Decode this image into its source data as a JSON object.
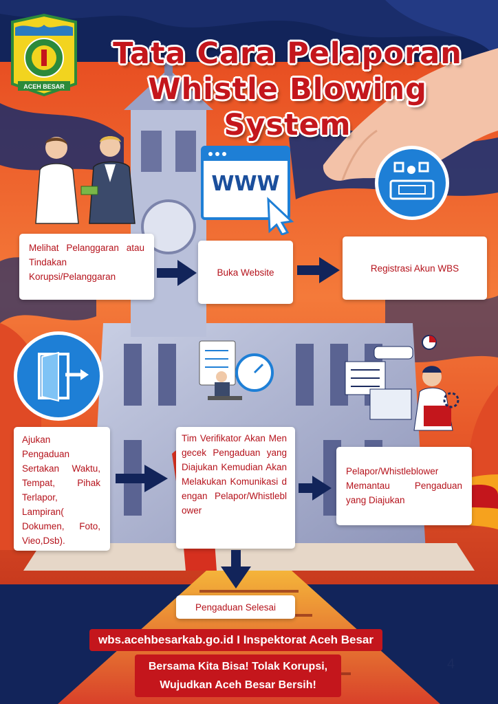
{
  "header": {
    "title_line1": "Tata Cara Pelaporan",
    "title_line2": "Whistle Blowing System",
    "logo_text": "ACEH BESAR"
  },
  "steps": {
    "step1": "Melihat Pelanggaran atau Tindakan Korupsi/Pelanggaran",
    "step2": "Buka Website",
    "step3": "Registrasi Akun WBS",
    "step4": "Ajukan Pengaduan Sertakan Waktu, Tempat, Pihak Terlapor, Lampiran( Dokumen, Foto, Vieo,Dsb).",
    "step5": "Tim Verifikator Akan Mengecek Pengaduan yang Diajukan Kemudian Akan Melakukan Komunikasi dengan Pelapor/Whistleblower",
    "step6": "Pelapor/Whistleblower Memantau Pengaduan yang Diajukan",
    "step7": "Pengaduan Selesai"
  },
  "icons": {
    "www": "WWW"
  },
  "footer": {
    "website": "wbs.acehbesarkab.go.id I Inspektorat Aceh Besar",
    "slogan_line1": "Bersama Kita Bisa! Tolak Korupsi,",
    "slogan_line2": "Wujudkan Aceh Besar Bersih!",
    "page_number": "4"
  },
  "colors": {
    "accent_red": "#c4161c",
    "navy": "#12245a",
    "orange": "#f0602a",
    "icon_blue": "#1e7fd6"
  }
}
